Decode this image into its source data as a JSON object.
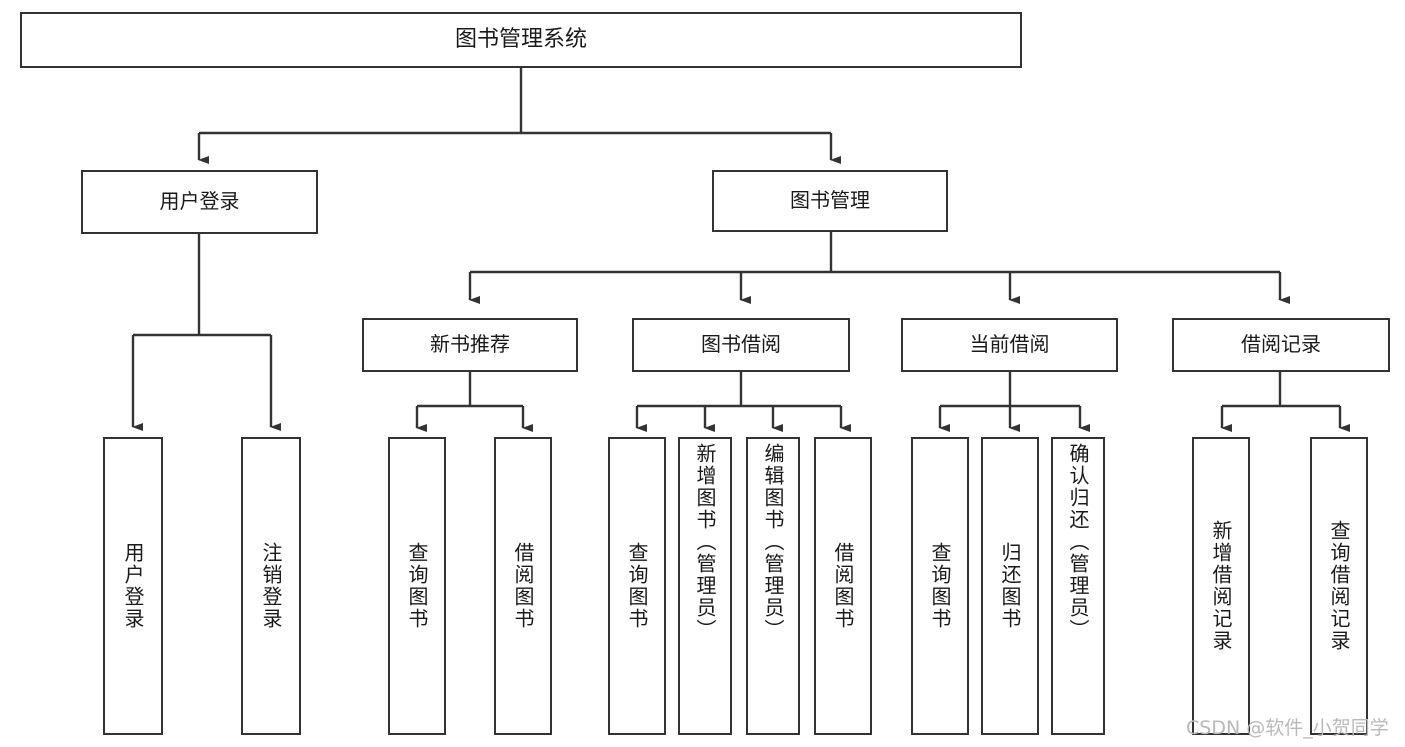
{
  "diagram": {
    "title": "图书管理系统",
    "type": "hierarchy-tree",
    "root": {
      "label": "图书管理系统"
    },
    "level1": [
      {
        "label": "用户登录"
      },
      {
        "label": "图书管理"
      }
    ],
    "level2": [
      {
        "label": "新书推荐"
      },
      {
        "label": "图书借阅"
      },
      {
        "label": "当前借阅"
      },
      {
        "label": "借阅记录"
      }
    ],
    "leaves": {
      "user_login": [
        {
          "label": "用户登录"
        },
        {
          "label": "注销登录"
        }
      ],
      "new_book_recommend": [
        {
          "label": "查询图书"
        },
        {
          "label": "借阅图书"
        }
      ],
      "book_borrow": [
        {
          "label": "查询图书"
        },
        {
          "label": "新增图书（管理员）"
        },
        {
          "label": "编辑图书（管理员）"
        },
        {
          "label": "借阅图书"
        }
      ],
      "current_borrow": [
        {
          "label": "查询图书"
        },
        {
          "label": "归还图书"
        },
        {
          "label": "确认归还（管理员）"
        }
      ],
      "borrow_record": [
        {
          "label": "新增借阅记录"
        },
        {
          "label": "查询借阅记录"
        }
      ]
    }
  },
  "watermark": {
    "text": "CSDN @软件_小贺同学"
  },
  "colors": {
    "border": "#333333",
    "text": "#1a1a1a",
    "background": "#ffffff",
    "watermark": "#b9b9b9"
  }
}
